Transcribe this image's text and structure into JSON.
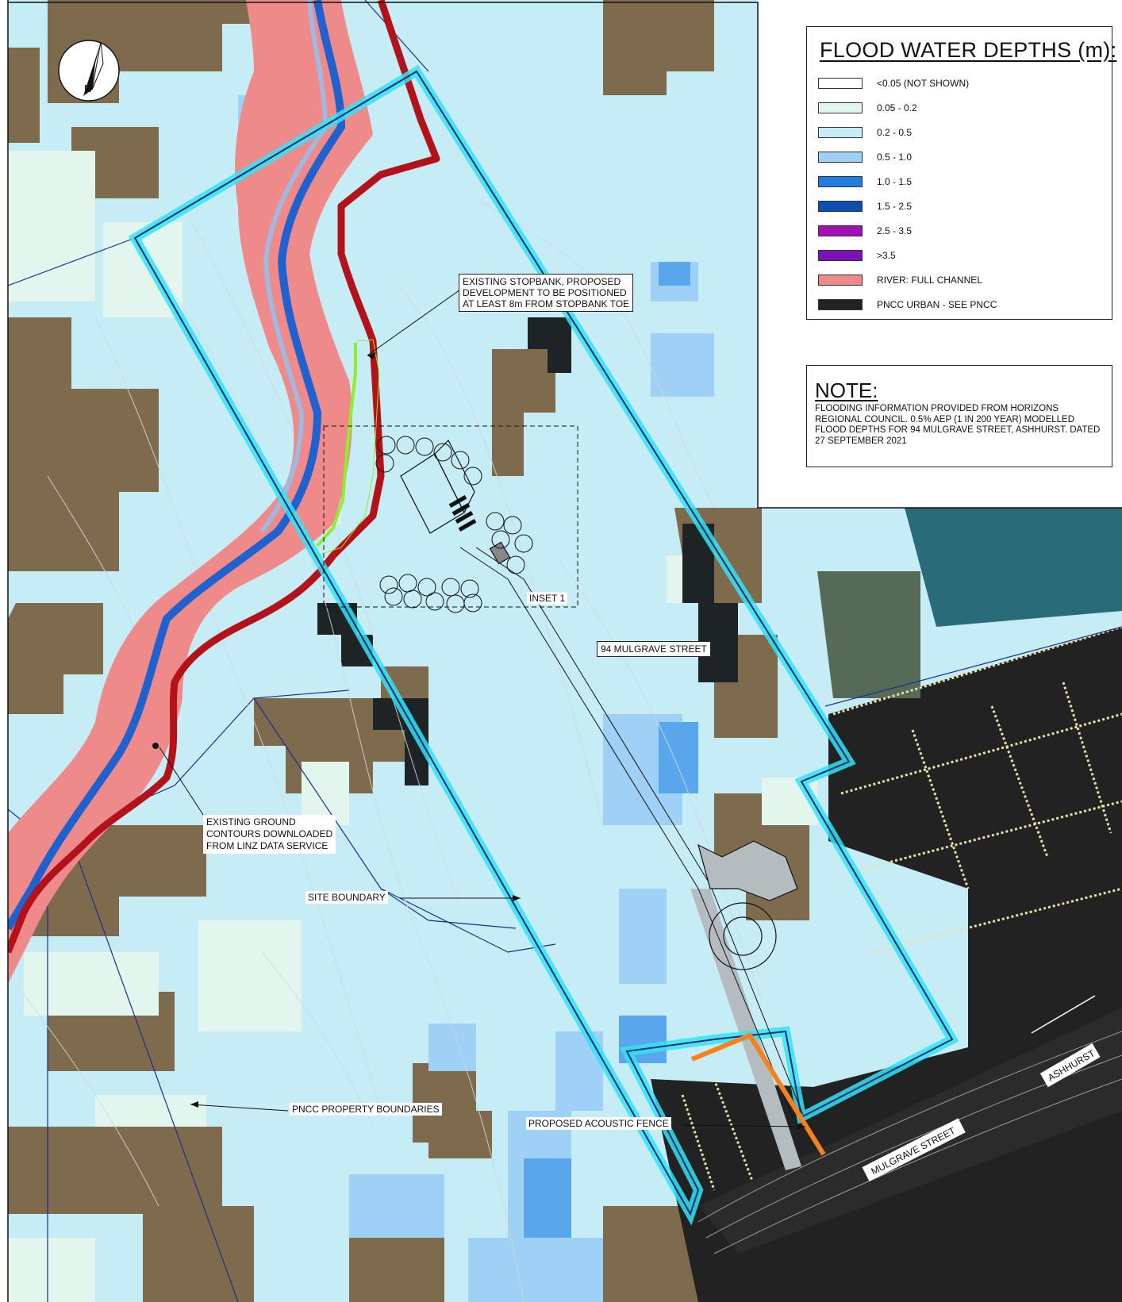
{
  "legend": {
    "title": "FLOOD WATER DEPTHS (m):",
    "items": [
      {
        "label": "<0.05 (NOT SHOWN)",
        "color": "#ffffff"
      },
      {
        "label": "0.05 - 0.2",
        "color": "#e3f6ee"
      },
      {
        "label": "0.2 - 0.5",
        "color": "#c6ecf6"
      },
      {
        "label": "0.5 - 1.0",
        "color": "#9fd0f5"
      },
      {
        "label": "1.0 - 1.5",
        "color": "#1f7fe0"
      },
      {
        "label": "1.5 - 2.5",
        "color": "#0b4fb0"
      },
      {
        "label": "2.5 - 3.5",
        "color": "#a30fb5"
      },
      {
        "label": ">3.5",
        "color": "#7a12b8"
      },
      {
        "label": "RIVER: FULL CHANNEL",
        "color": "#ef8a8a"
      },
      {
        "label": "PNCC URBAN - SEE PNCC",
        "color": "#222222"
      }
    ]
  },
  "note": {
    "title": "NOTE:",
    "text": "FLOODING INFORMATION PROVIDED FROM HORIZONS REGIONAL COUNCIL. 0.5% AEP (1 IN 200 YEAR) MODELLED FLOOD DEPTHS FOR 94 MULGRAVE STREET, ASHHURST. DATED 27 SEPTEMBER 2021"
  },
  "north_arrow": {
    "label": "N"
  },
  "annotations": {
    "stopbank": "EXISTING STOPBANK, PROPOSED\nDEVELOPMENT TO BE POSITIONED\nAT LEAST 8m FROM STOPBANK TOE",
    "inset": "INSET 1",
    "address": "94 MULGRAVE STREET",
    "contours": "EXISTING GROUND\nCONTOURS DOWNLOADED\nFROM LINZ DATA SERVICE",
    "site_boundary": "SITE BOUNDARY",
    "property_boundaries": "PNCC PROPERTY BOUNDARIES",
    "acoustic_fence": "PROPOSED ACOUSTIC FENCE",
    "mulgrave_street": "MULGRAVE STREET",
    "ashhurst": "ASHHURST"
  },
  "colors": {
    "grass": "#7e6a4c",
    "flood_low": "#e3f6ee",
    "flood_mid": "#c6ecf6",
    "flood_high": "#9fd0f5",
    "flood_deep": "#3d8fe8",
    "river_channel": "#ef8a8a",
    "stopbank": "#b3121a",
    "site_boundary": "#35e3f2",
    "urban": "#222222",
    "fence": "#f5821f",
    "stopbank_toe": "#8ef02a"
  }
}
